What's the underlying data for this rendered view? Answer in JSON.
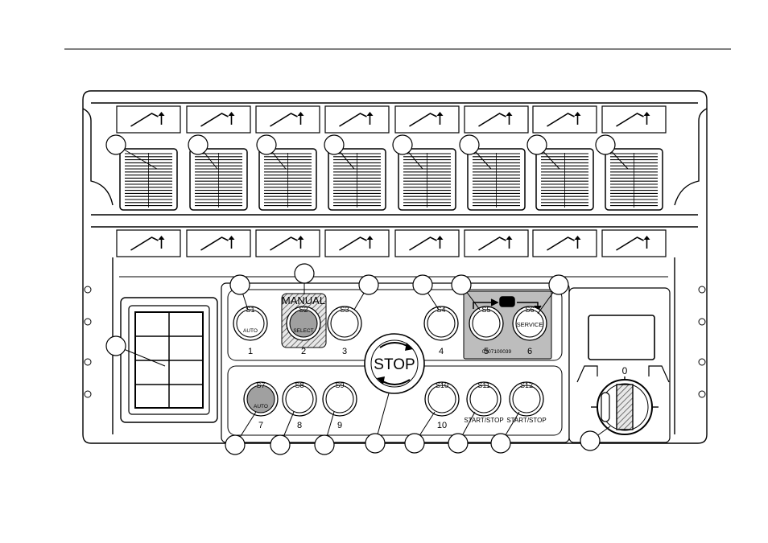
{
  "diagram": {
    "buttons": [
      {
        "code": "S1",
        "caption": "AUTO",
        "number": "1"
      },
      {
        "code": "S2",
        "caption": "SELECT",
        "number": "2",
        "header": "MANUAL"
      },
      {
        "code": "S3",
        "caption": "",
        "number": "3"
      },
      {
        "code": "S4",
        "caption": "",
        "number": "4"
      },
      {
        "code": "S5",
        "caption": "",
        "number": "5"
      },
      {
        "code": "S6",
        "caption": "SERVICE",
        "number": "6"
      },
      {
        "code": "S7",
        "caption": "AUTO",
        "number": "7"
      },
      {
        "code": "S8",
        "caption": "",
        "number": "8"
      },
      {
        "code": "S9",
        "caption": "",
        "number": "9"
      },
      {
        "code": "S10",
        "caption": "",
        "number": "10"
      },
      {
        "code": "S11",
        "caption": "START/STOP",
        "number": ""
      },
      {
        "code": "S12",
        "caption": "START/STOP",
        "number": ""
      }
    ],
    "stop_label": "STOP",
    "part_code": "0707100039",
    "key_switch_label": "0",
    "icons_top": [
      "lift-up-icon",
      "boom-raise-icon",
      "arm-extend-icon",
      "jib-up-icon",
      "rotate-gripper-icon",
      "frame-tilt-icon",
      "slew-icon",
      "lift-up-right-icon"
    ],
    "icons_bottom": [
      "lift-down-icon",
      "boom-lower-icon",
      "arm-retract-icon",
      "jib-down-icon",
      "gripper-close-icon",
      "frame-tilt-back-icon",
      "slew-back-icon",
      "lift-down-right-icon"
    ]
  }
}
